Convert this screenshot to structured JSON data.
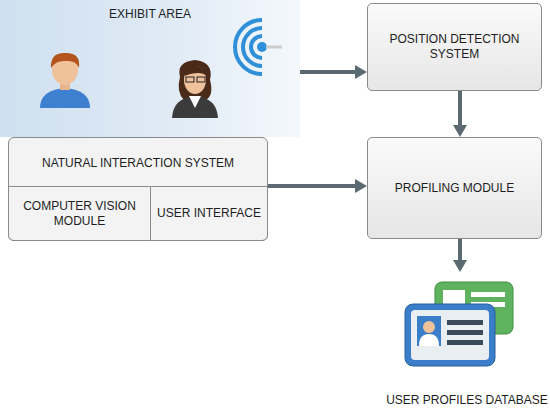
{
  "diagram": {
    "nodes": [
      {
        "text": [
          "EXHIBIT AREA"
        ]
      },
      {
        "text": [
          "NATURAL INTERACTION SYSTEM"
        ]
      },
      {
        "text": [
          "COMPUTER VISION MODULE"
        ],
        "in": 1
      },
      {
        "text": [
          "USER INTERFACE"
        ],
        "in": 1
      },
      {
        "text": [
          "POSITION DETECTION SYSTEM"
        ]
      },
      {
        "text": [
          "PROFILING MODULE"
        ]
      },
      {
        "text": [
          "USER PROFILES DATABASE"
        ]
      }
    ],
    "edges": [
      {
        "from": 0,
        "to": 4,
        "arrow": "to"
      },
      {
        "from": 4,
        "to": 5,
        "arrow": "to"
      },
      {
        "from": 1,
        "to": 5,
        "arrow": "to"
      },
      {
        "from": 5,
        "to": 6,
        "arrow": "to"
      }
    ]
  }
}
